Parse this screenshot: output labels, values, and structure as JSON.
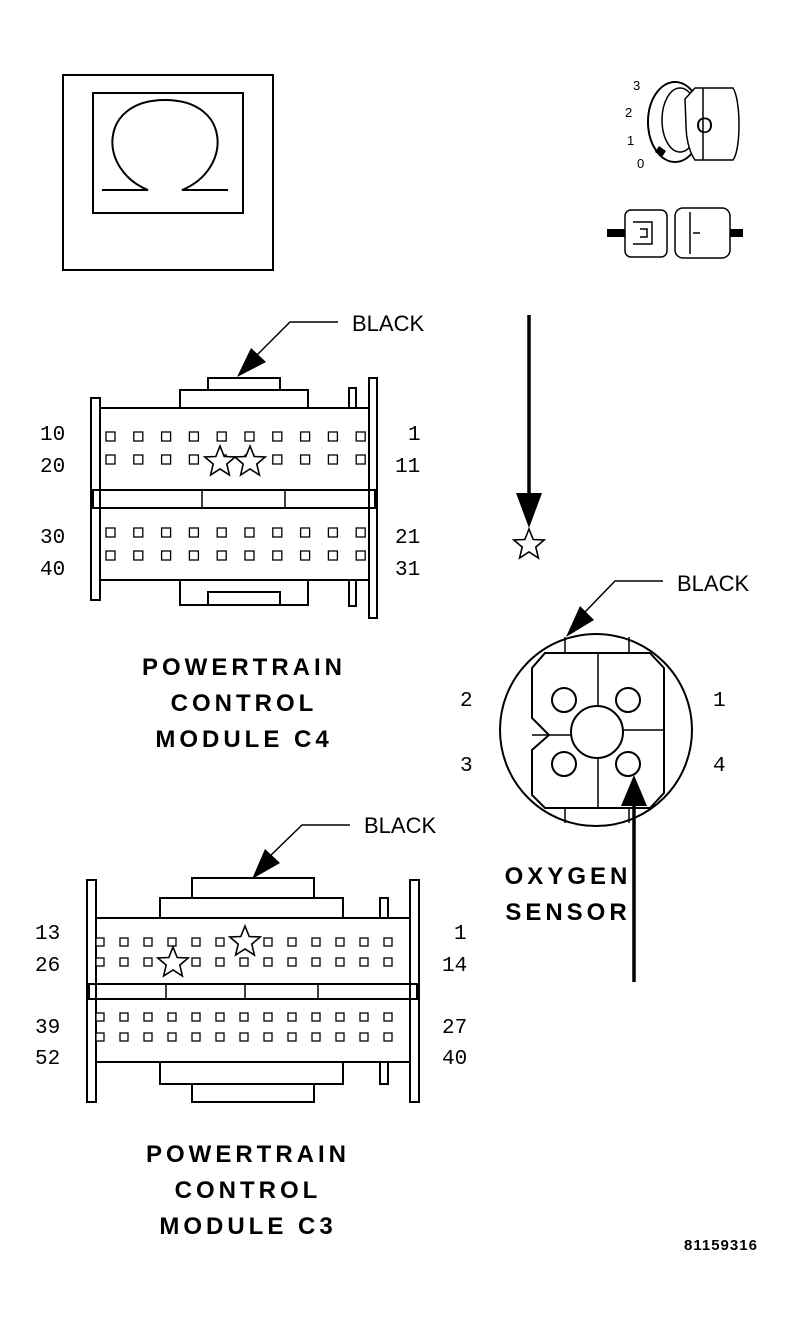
{
  "meter": {
    "symbol": "Ω"
  },
  "ignition": {
    "positions": [
      "3",
      "2",
      "1",
      "0"
    ],
    "key_label": "O"
  },
  "c4": {
    "color_label": "BLACK",
    "pin_labels": {
      "row1_left": "10",
      "row1_right": "1",
      "row2_left": "20",
      "row2_right": "11",
      "row3_left": "30",
      "row3_right": "21",
      "row4_left": "40",
      "row4_right": "31"
    },
    "title_lines": [
      "POWERTRAIN",
      "CONTROL",
      "MODULE C4"
    ]
  },
  "c3": {
    "color_label": "BLACK",
    "pin_labels": {
      "row1_left": "13",
      "row1_right": "1",
      "row2_left": "26",
      "row2_right": "14",
      "row3_left": "39",
      "row3_right": "27",
      "row4_left": "52",
      "row4_right": "40"
    },
    "title_lines": [
      "POWERTRAIN",
      "CONTROL",
      "MODULE C3"
    ]
  },
  "oxygen_sensor": {
    "color_label": "BLACK",
    "pins": [
      "1",
      "2",
      "3",
      "4"
    ],
    "title_lines": [
      "OXYGEN",
      "SENSOR"
    ]
  },
  "figure_code": "81159316"
}
